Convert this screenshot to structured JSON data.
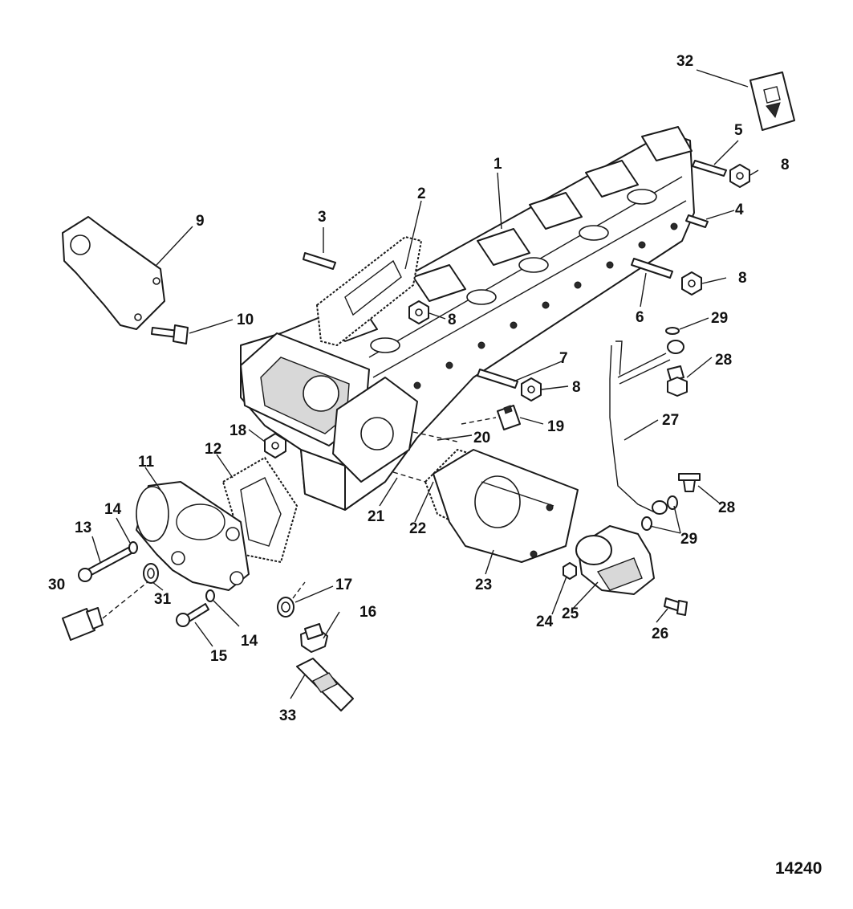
{
  "figure_number": "14240",
  "callouts": {
    "c1": "1",
    "c2": "2",
    "c3": "3",
    "c4": "4",
    "c5": "5",
    "c6": "6",
    "c7": "7",
    "c8a": "8",
    "c8b": "8",
    "c8c": "8",
    "c8d": "8",
    "c9": "9",
    "c10": "10",
    "c11": "11",
    "c12": "12",
    "c13": "13",
    "c14a": "14",
    "c14b": "14",
    "c15": "15",
    "c16": "16",
    "c17": "17",
    "c18": "18",
    "c19": "19",
    "c20": "20",
    "c21": "21",
    "c22": "22",
    "c23": "23",
    "c24": "24",
    "c25": "25",
    "c26": "26",
    "c27": "27",
    "c28a": "28",
    "c28b": "28",
    "c29a": "29",
    "c29b": "29",
    "c30": "30",
    "c31": "31",
    "c32": "32",
    "c33": "33"
  }
}
